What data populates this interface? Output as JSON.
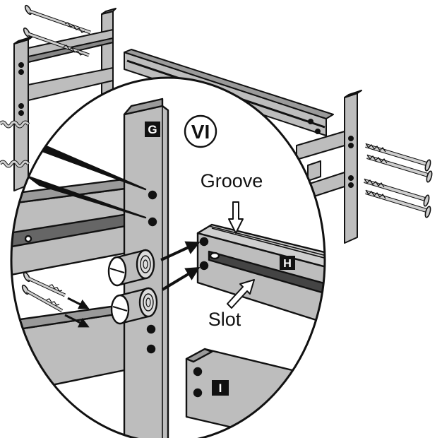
{
  "step_numeral": "VI",
  "part_labels": {
    "g": "G",
    "h": "H",
    "i": "I"
  },
  "callouts": {
    "groove": "Groove",
    "slot": "Slot"
  },
  "colors": {
    "part_fill": "#bdbdbd",
    "part_dark": "#9a9a9a",
    "outline": "#111111",
    "background": "#ffffff",
    "label_box": "#111111",
    "label_text": "#ffffff"
  }
}
